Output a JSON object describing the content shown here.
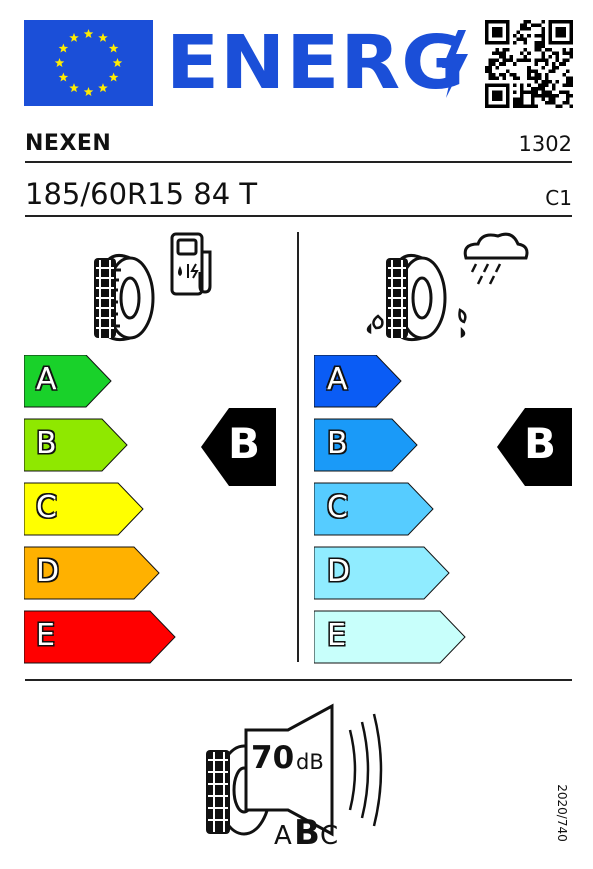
{
  "header": {
    "title": "ENERG",
    "eu_flag_icon": "eu-flag-icon",
    "bolt_icon": "lightning-bolt-icon",
    "qr_icon": "qr-code-icon"
  },
  "supplier": {
    "brand": "NEXEN",
    "model_id": "1302"
  },
  "tyre": {
    "size": "185/60R15 84 T",
    "class": "C1"
  },
  "fuel_efficiency": {
    "icon": "tyre-fuel-pump-icon",
    "scale": [
      {
        "letter": "A",
        "color": "#19d12a"
      },
      {
        "letter": "B",
        "color": "#8fe800"
      },
      {
        "letter": "C",
        "color": "#ffff00"
      },
      {
        "letter": "D",
        "color": "#ffb100"
      },
      {
        "letter": "E",
        "color": "#ff0000"
      }
    ],
    "rating": "B"
  },
  "wet_grip": {
    "icon": "tyre-rain-cloud-icon",
    "scale": [
      {
        "letter": "A",
        "color": "#0a5cf5"
      },
      {
        "letter": "B",
        "color": "#1a9af8"
      },
      {
        "letter": "C",
        "color": "#56ccff"
      },
      {
        "letter": "D",
        "color": "#90ecff"
      },
      {
        "letter": "E",
        "color": "#c8fffb"
      }
    ],
    "rating": "B"
  },
  "noise": {
    "icon": "tyre-speaker-icon",
    "value": "70",
    "unit": "dB",
    "class_a": "A",
    "class_b": "B",
    "class_c": "C"
  },
  "regulation": "2020/740"
}
